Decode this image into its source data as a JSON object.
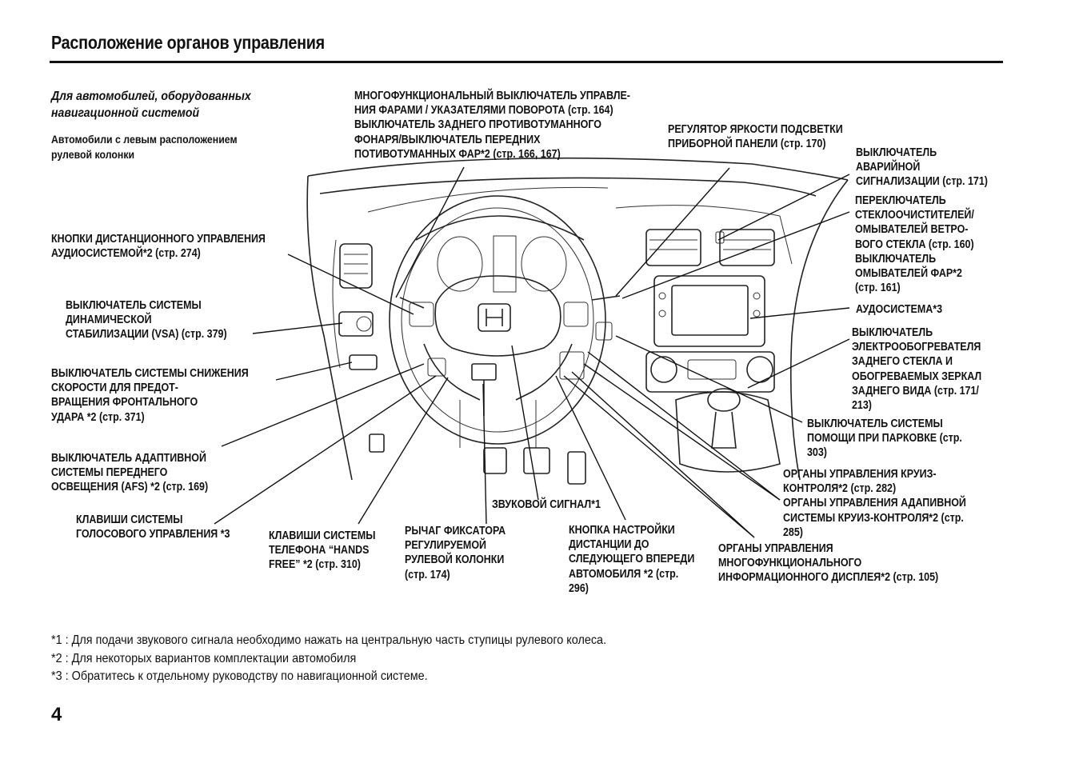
{
  "page": {
    "title": "Расположение органов управления",
    "number": "4"
  },
  "intro": {
    "subtitle": [
      "Для автомобилей, оборудованных",
      "навигационной системой"
    ],
    "note": [
      "Автомобили с левым расположением",
      "рулевой колонки"
    ]
  },
  "labels": {
    "multi_switch": [
      "МНОГОФУНКЦИОНАЛЬНЫЙ ВЫКЛЮЧАТЕЛЬ УПРАВЛЕ-",
      "НИЯ ФАРАМИ / УКАЗАТЕЛЯМИ ПОВОРОТА (стр. 164)",
      "ВЫКЛЮЧАТЕЛЬ ЗАДНЕГО ПРОТИВОТУМАННОГО",
      "ФОНАРЯ/ВЫКЛЮЧАТЕЛЬ ПЕРЕДНИХ",
      "ПОТИВОТУМАННЫХ ФАР*2 (стр. 166, 167)"
    ],
    "brightness": [
      "РЕГУЛЯТОР ЯРКОСТИ ПОДСВЕТКИ",
      "ПРИБОРНОЙ ПАНЕЛИ (стр. 170)"
    ],
    "hazard": [
      "ВЫКЛЮЧАТЕЛЬ",
      "АВАРИЙНОЙ",
      "СИГНАЛИЗАЦИИ (стр. 171)"
    ],
    "wipers": [
      "ПЕРЕКЛЮЧАТЕЛЬ",
      "СТЕКЛООЧИСТИТЕЛЕЙ/",
      "ОМЫВАТЕЛЕЙ ВЕТРО-",
      "ВОГО СТЕКЛА (стр. 160)",
      "ВЫКЛЮЧАТЕЛЬ",
      "ОМЫВАТЕЛЕЙ ФАР*2",
      "(стр. 161)"
    ],
    "audio_system": [
      "АУДОСИСТЕМА*3"
    ],
    "rear_defrost": [
      "ВЫКЛЮЧАТЕЛЬ",
      "ЭЛЕКТРООБОГРЕВАТЕЛЯ",
      "ЗАДНЕГО СТЕКЛА И",
      "ОБОГРЕВАЕМЫХ ЗЕРКАЛ",
      "ЗАДНЕГО ВИДА (стр. 171/",
      "213)"
    ],
    "parking_assist": [
      "ВЫКЛЮЧАТЕЛЬ СИСТЕМЫ",
      "ПОМОЩИ ПРИ ПАРКОВКЕ (стр.",
      "303)"
    ],
    "cruise": [
      "ОРГАНЫ УПРАВЛЕНИЯ КРУИЗ-",
      "КОНТРОЛЯ*2 (стр. 282)",
      "ОРГАНЫ УПРАВЛЕНИЯ АДАПИВНОЙ",
      "СИСТЕМЫ КРУИЗ-КОНТРОЛЯ*2 (стр.",
      "285)"
    ],
    "mid": [
      "ОРГАНЫ УПРАВЛЕНИЯ",
      "МНОГОФУНКЦИОНАЛЬНОГО",
      "ИНФОРМАЦИОННОГО ДИСПЛЕЯ*2 (стр. 105)"
    ],
    "audio_remote": [
      "КНОПКИ ДИСТАНЦИОННОГО УПРАВЛЕНИЯ",
      "АУДИОСИСТЕМОЙ*2 (стр. 274)"
    ],
    "vsa": [
      "ВЫКЛЮЧАТЕЛЬ СИСТЕМЫ",
      "ДИНАМИЧЕСКОЙ",
      "СТАБИЛИЗАЦИИ (VSA) (стр. 379)"
    ],
    "cmbs": [
      "ВЫКЛЮЧАТЕЛЬ СИСТЕМЫ СНИЖЕНИЯ",
      "СКОРОСТИ ДЛЯ ПРЕДОТ-",
      "ВРАЩЕНИЯ ФРОНТАЛЬНОГО",
      "УДАРА *2 (стр. 371)"
    ],
    "afs": [
      "ВЫКЛЮЧАТЕЛЬ АДАПТИВНОЙ",
      "СИСТЕМЫ ПЕРЕДНЕГО",
      "ОСВЕЩЕНИЯ (AFS) *2 (стр. 169)"
    ],
    "voice": [
      "КЛАВИШИ СИСТЕМЫ",
      "ГОЛОСОВОГО УПРАВЛЕНИЯ *3"
    ],
    "hfl": [
      "КЛАВИШИ СИСТЕМЫ",
      "ТЕЛЕФОНА “HANDS",
      "FREE” *2 (стр. 310)"
    ],
    "tilt": [
      "РЫЧАГ ФИКСАТОРА",
      "РЕГУЛИРУЕМОЙ",
      "РУЛЕВОЙ КОЛОНКИ",
      "(стр. 174)"
    ],
    "horn": [
      "ЗВУКОВОЙ СИГНАЛ*1"
    ],
    "distance": [
      "КНОПКА НАСТРОЙКИ",
      "ДИСТАНЦИИ ДО",
      "СЛЕДУЮЩЕГО ВПЕРЕДИ",
      "АВТОМОБИЛЯ *2 (стр.",
      "296)"
    ]
  },
  "footnotes": [
    "*1 : Для подачи звукового сигнала необходимо нажать на центральную часть ступицы рулевого колеса.",
    "*2 : Для некоторых вариантов комплектации автомобиля",
    "*3 : Обратитесь к отдельному руководству по навигационной системе."
  ]
}
